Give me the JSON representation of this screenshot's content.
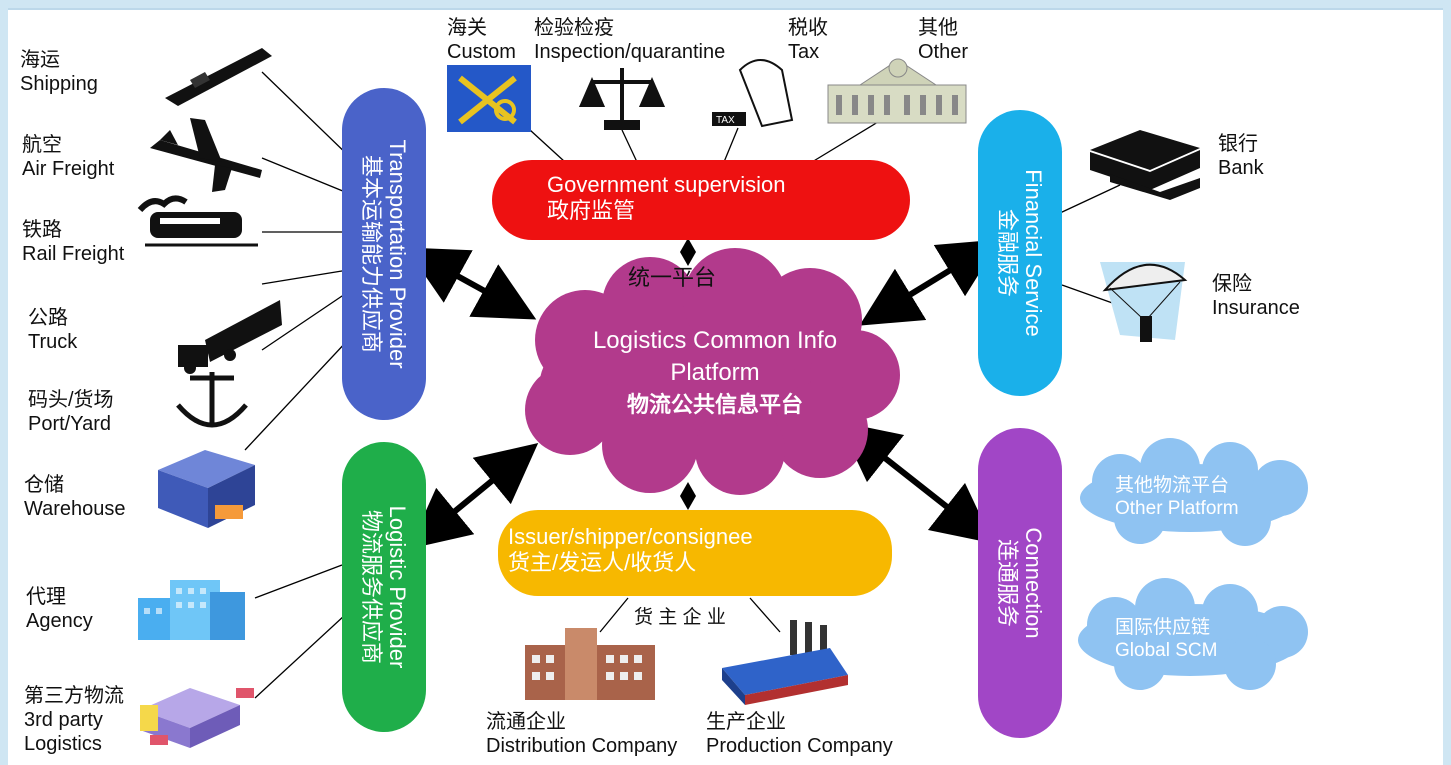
{
  "government": {
    "custom": {
      "cn": "海关",
      "en": "Custom"
    },
    "inspection": {
      "cn": "检验检疫",
      "en": "Inspection/quarantine"
    },
    "tax": {
      "cn": "税收",
      "en": "Tax"
    },
    "other": {
      "cn": "其他",
      "en": "Other"
    },
    "pill": {
      "en": "Government supervision",
      "cn": "政府监管"
    }
  },
  "transport_items": [
    {
      "cn": "海运",
      "en": "Shipping"
    },
    {
      "cn": "航空",
      "en": "Air Freight"
    },
    {
      "cn": "铁路",
      "en": "Rail Freight"
    },
    {
      "cn": "公路",
      "en": "Truck"
    },
    {
      "cn": "码头/货场",
      "en": "Port/Yard"
    },
    {
      "cn": "仓储",
      "en": "Warehouse"
    }
  ],
  "logistic_items": [
    {
      "cn": "代理",
      "en": "Agency"
    },
    {
      "cn": "第三方物流",
      "en": "3rd party",
      "en2": "Logistics"
    }
  ],
  "transport_pill": {
    "en": "Transportation Provider",
    "cn": "基本运输能力供应商"
  },
  "logistic_pill": {
    "en": "Logistic Provider",
    "cn": "物流服务供应商"
  },
  "unified_platform": "统一平台",
  "center": {
    "en1": "Logistics Common Info",
    "en2": "Platform",
    "cn": "物流公共信息平台"
  },
  "financial_pill": {
    "en": "Financial Service",
    "cn": "金融服务"
  },
  "bank": {
    "cn": "银行",
    "en": "Bank"
  },
  "insurance": {
    "cn": "保险",
    "en": "Insurance"
  },
  "connection_pill": {
    "en": "Connection",
    "cn": "连通服务"
  },
  "other_platform": {
    "cn": "其他物流平台",
    "en": "Other Platform"
  },
  "global_scm": {
    "cn": "国际供应链",
    "en": "Global SCM"
  },
  "issuer_pill": {
    "en": "Issuer/shipper/consignee",
    "cn": "货主/发运人/收货人"
  },
  "cargo_owner": "货 主 企 业",
  "distribution": {
    "cn": "流通企业",
    "en": "Distribution Company"
  },
  "production": {
    "cn": "生产企业",
    "en": "Production Company"
  },
  "colors": {
    "transport": "#4a63c9",
    "logistic": "#1fae4a",
    "government": "#ee1111",
    "financial": "#1ab0ea",
    "connection": "#a146c6",
    "issuer": "#f7b800",
    "center_cloud": "#b23a8c",
    "small_cloud": "#8fc3f2"
  }
}
